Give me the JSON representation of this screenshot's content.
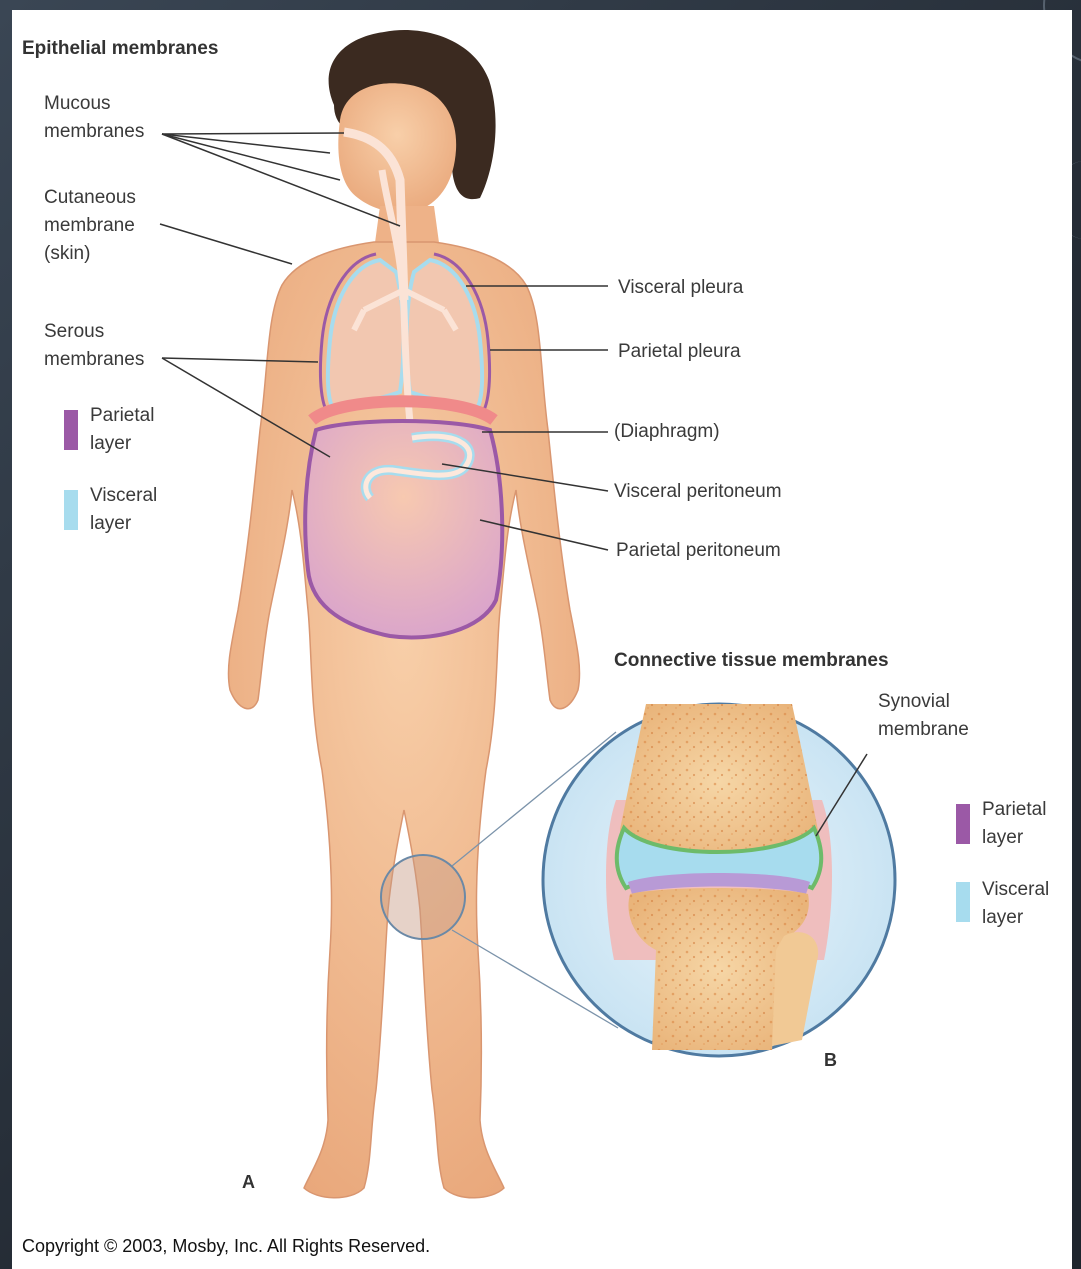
{
  "epithelial": {
    "heading": "Epithelial membranes",
    "mucous": "Mucous\nmembranes",
    "cutaneous": "Cutaneous\nmembrane\n(skin)",
    "serous": "Serous\nmembranes",
    "legend_parietal": "Parietal\nlayer",
    "legend_visceral": "Visceral\nlayer"
  },
  "right_labels": {
    "visceral_pleura": "Visceral pleura",
    "parietal_pleura": "Parietal pleura",
    "diaphragm": "(Diaphragm)",
    "visceral_peritoneum": "Visceral peritoneum",
    "parietal_peritoneum": "Parietal peritoneum"
  },
  "connective": {
    "heading": "Connective tissue membranes",
    "synovial": "Synovial\nmembrane",
    "legend_parietal": "Parietal\nlayer",
    "legend_visceral": "Visceral\nlayer"
  },
  "panel_a": "A",
  "panel_b": "B",
  "copyright": "Copyright © 2003, Mosby, Inc. All Rights Reserved.",
  "colors": {
    "parietal": "#9b59a6",
    "visceral": "#a7dcee",
    "skin": "#f2b98f",
    "background": "#2b3440"
  }
}
